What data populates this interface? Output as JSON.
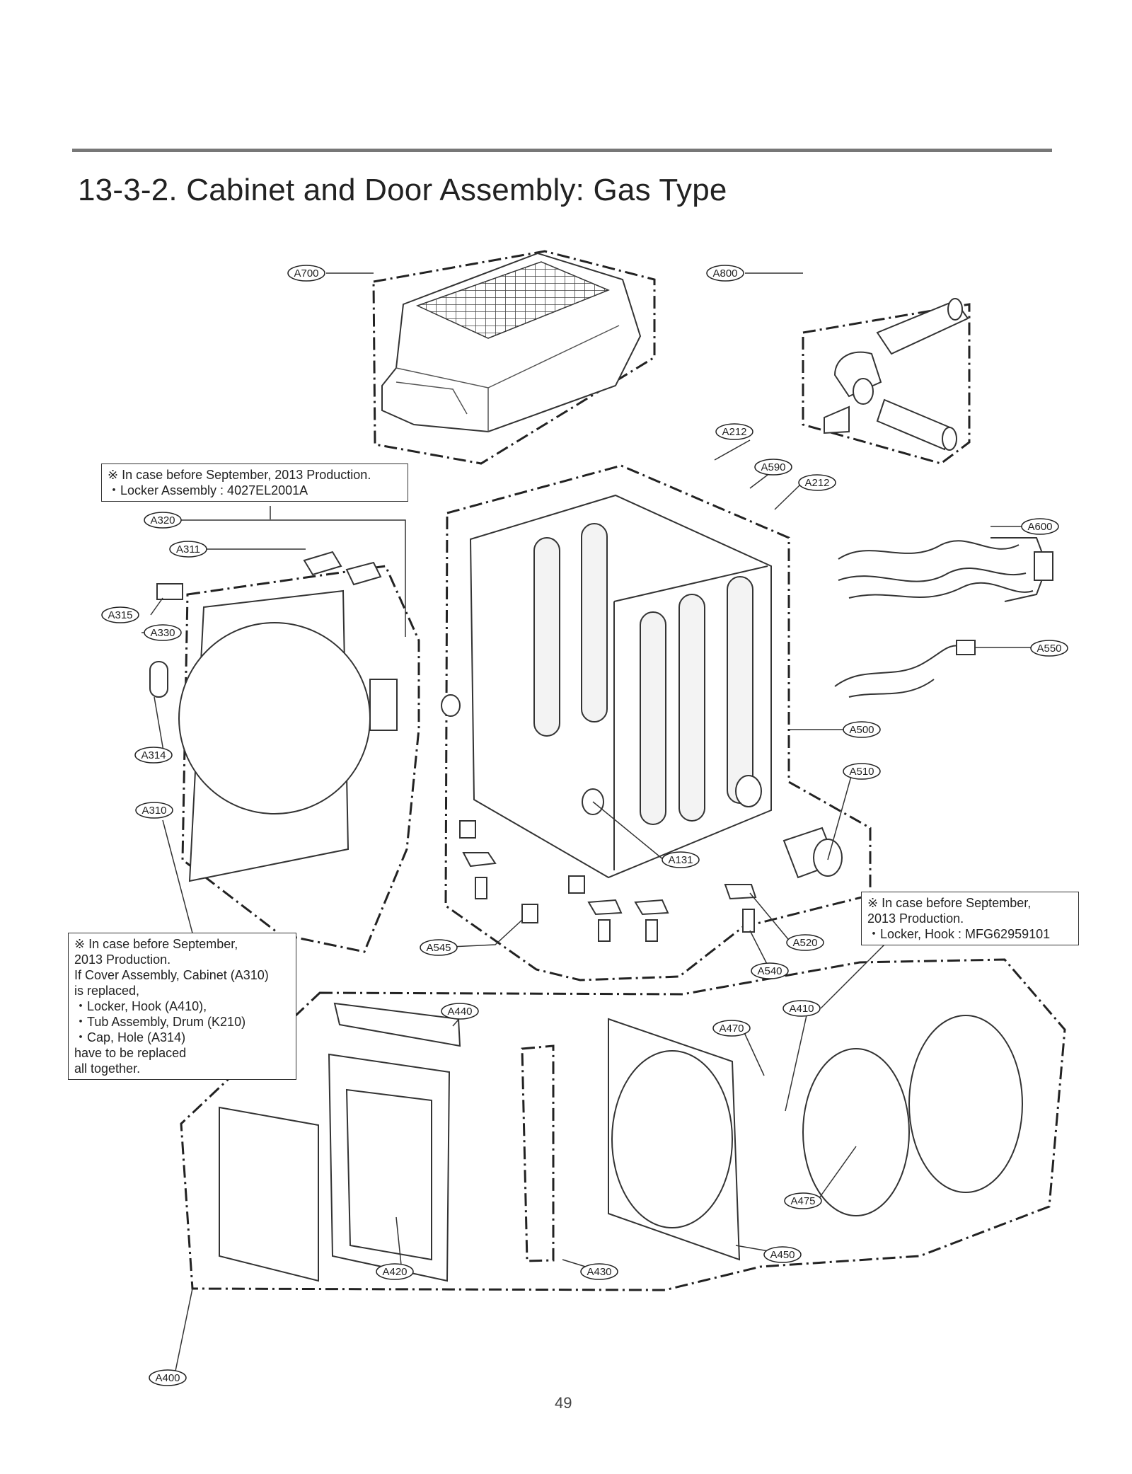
{
  "page": {
    "title": "13-3-2. Cabinet and Door Assembly: Gas Type",
    "page_number": "49"
  },
  "notes": {
    "locker_assembly": "※ In case before September, 2013 Production.\n・Locker Assembly : 4027EL2001A",
    "locker_hook": "※ In case before September,\n2013 Production.\n・Locker, Hook : MFG62959101",
    "cover_assembly": "※ In case before September,\n2013 Production.\nIf Cover Assembly, Cabinet (A310)\nis replaced,\n・Locker, Hook (A410),\n・Tub Assembly, Drum (K210)\n・Cap, Hole (A314)\nhave to be replaced\nall together."
  },
  "parts": [
    {
      "id": "a700",
      "label": "A700"
    },
    {
      "id": "a800",
      "label": "A800"
    },
    {
      "id": "a212-top",
      "label": "A212"
    },
    {
      "id": "a590",
      "label": "A590"
    },
    {
      "id": "a212-bottom",
      "label": "A212"
    },
    {
      "id": "a600",
      "label": "A600"
    },
    {
      "id": "a550",
      "label": "A550"
    },
    {
      "id": "a500",
      "label": "A500"
    },
    {
      "id": "a510",
      "label": "A510"
    },
    {
      "id": "a131",
      "label": "A131"
    },
    {
      "id": "a520",
      "label": "A520"
    },
    {
      "id": "a540",
      "label": "A540"
    },
    {
      "id": "a545",
      "label": "A545"
    },
    {
      "id": "a320",
      "label": "A320"
    },
    {
      "id": "a311",
      "label": "A311"
    },
    {
      "id": "a315",
      "label": "A315"
    },
    {
      "id": "a330",
      "label": "A330"
    },
    {
      "id": "a314",
      "label": "A314"
    },
    {
      "id": "a310",
      "label": "A310"
    },
    {
      "id": "a440",
      "label": "A440"
    },
    {
      "id": "a470",
      "label": "A470"
    },
    {
      "id": "a410",
      "label": "A410"
    },
    {
      "id": "a475",
      "label": "A475"
    },
    {
      "id": "a450",
      "label": "A450"
    },
    {
      "id": "a430",
      "label": "A430"
    },
    {
      "id": "a420",
      "label": "A420"
    },
    {
      "id": "a400",
      "label": "A400"
    }
  ]
}
